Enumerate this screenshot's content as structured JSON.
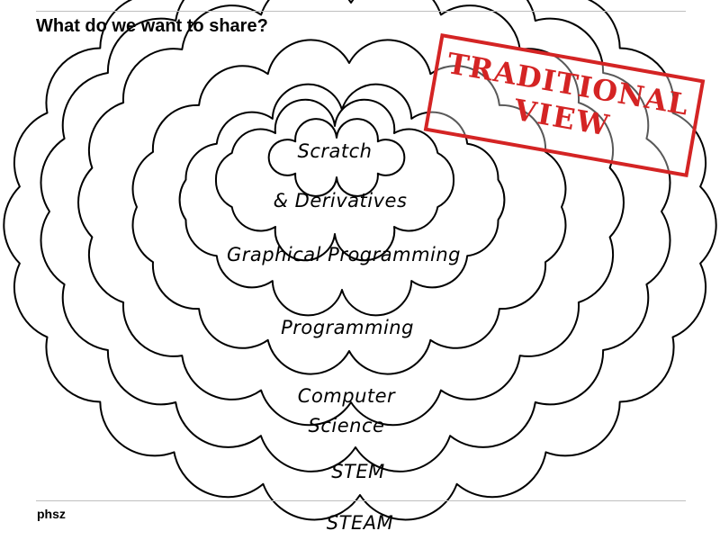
{
  "slide": {
    "title": "What do we want to share?",
    "footer": "phsz"
  },
  "stamp": {
    "line1": "TRADITIONAL",
    "line2": "VIEW",
    "color": "#d42424"
  },
  "layers": [
    {
      "label": "Scratch"
    },
    {
      "label": "& Derivatives"
    },
    {
      "label": "Graphical Programming"
    },
    {
      "label": "Programming"
    },
    {
      "label": "Computer\nScience"
    },
    {
      "label": "STEM"
    },
    {
      "label": "STEAM"
    }
  ]
}
